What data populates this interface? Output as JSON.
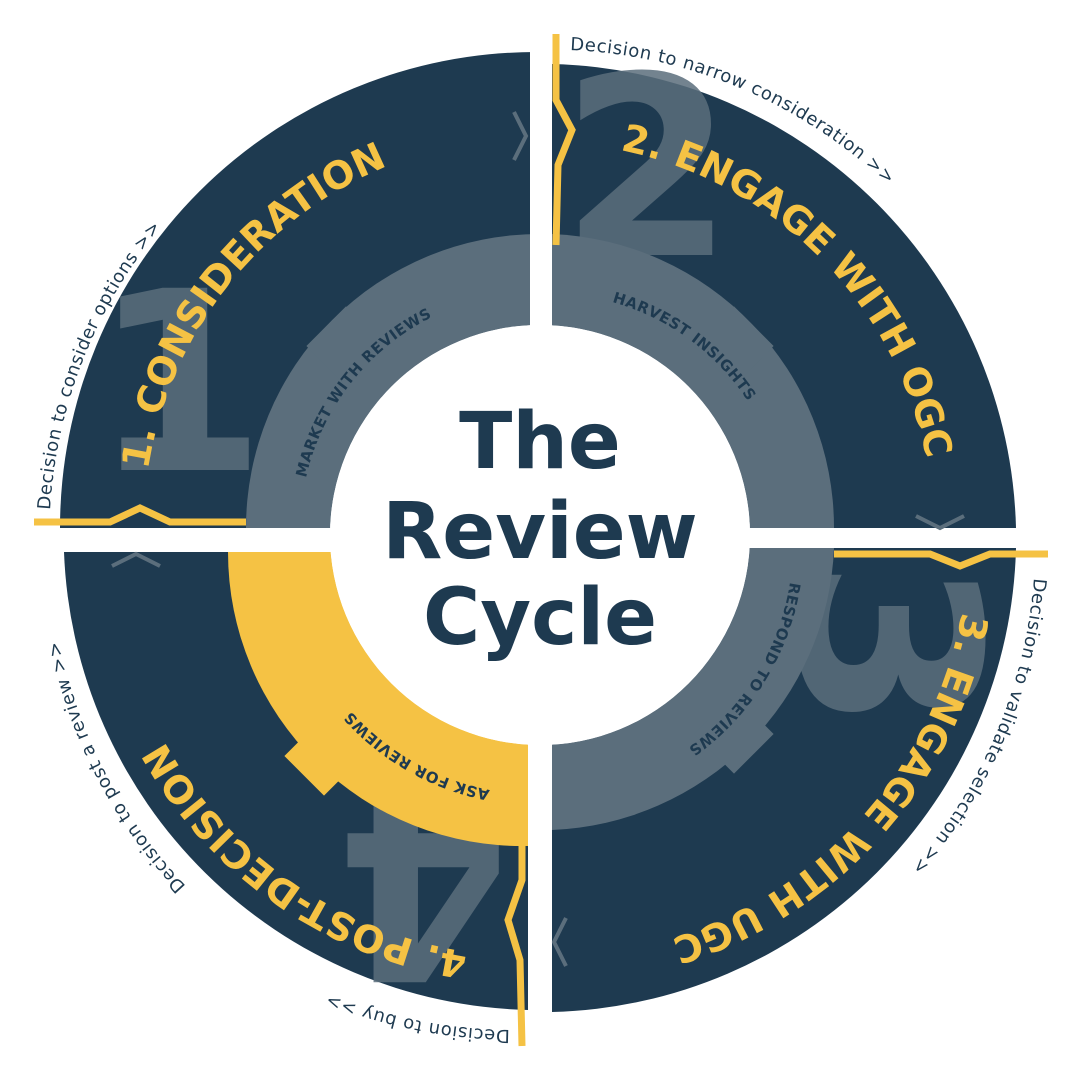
{
  "title": {
    "line1": "The",
    "line2": "Review",
    "line3": "Cycle"
  },
  "stages": [
    {
      "number": "1",
      "label": "1. CONSIDERATION",
      "action": "MARKET WITH REVIEWS",
      "decision": "Decision to consider options >>"
    },
    {
      "number": "2",
      "label": "2. ENGAGE WITH OGC",
      "action": "HARVEST INSIGHTS",
      "decision": "Decision to narrow consideration >>"
    },
    {
      "number": "3",
      "label": "3. ENGAGE WITH UGC",
      "action": "RESPOND TO REVIEWS",
      "decision": "Decision to validate selection >>"
    },
    {
      "number": "4",
      "label": "4. POST-DECISION",
      "action": "ASK FOR REVIEWS",
      "decision": "Decision to post a review >>"
    }
  ],
  "extra_decision": "Decision to buy >>",
  "colors": {
    "navy": "#1e3a50",
    "slate": "#5b6e7c",
    "yellow": "#f5c244",
    "white": "#ffffff"
  }
}
